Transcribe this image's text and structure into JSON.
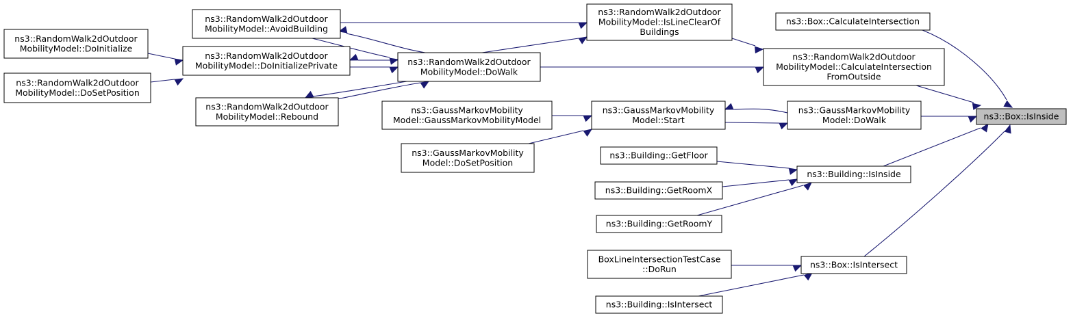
{
  "nodes": {
    "box_isinside": {
      "lines": [
        "ns3::Box::IsInside"
      ],
      "focus": true
    },
    "box_calcint": {
      "lines": [
        "ns3::Box::CalculateIntersection"
      ]
    },
    "rw_calcint_fo": {
      "lines": [
        "ns3::RandomWalk2dOutdoor",
        "MobilityModel::CalculateIntersection",
        "FromOutside"
      ]
    },
    "rw_islineclear": {
      "lines": [
        "ns3::RandomWalk2dOutdoor",
        "MobilityModel::IsLineClearOf",
        "Buildings"
      ]
    },
    "rw_avoid": {
      "lines": [
        "ns3::RandomWalk2dOutdoor",
        "MobilityModel::AvoidBuilding"
      ]
    },
    "rw_doinit": {
      "lines": [
        "ns3::RandomWalk2dOutdoor",
        "MobilityModel::DoInitialize"
      ]
    },
    "rw_doinitpriv": {
      "lines": [
        "ns3::RandomWalk2dOutdoor",
        "MobilityModel::DoInitializePrivate"
      ]
    },
    "rw_dowalk": {
      "lines": [
        "ns3::RandomWalk2dOutdoor",
        "MobilityModel::DoWalk"
      ]
    },
    "rw_dosetpos": {
      "lines": [
        "ns3::RandomWalk2dOutdoor",
        "MobilityModel::DoSetPosition"
      ]
    },
    "rw_rebound": {
      "lines": [
        "ns3::RandomWalk2dOutdoor",
        "MobilityModel::Rebound"
      ]
    },
    "gm_ctor": {
      "lines": [
        "ns3::GaussMarkovMobility",
        "Model::GaussMarkovMobilityModel"
      ]
    },
    "gm_start": {
      "lines": [
        "ns3::GaussMarkovMobility",
        "Model::Start"
      ]
    },
    "gm_dowalk": {
      "lines": [
        "ns3::GaussMarkovMobility",
        "Model::DoWalk"
      ]
    },
    "gm_dosetpos": {
      "lines": [
        "ns3::GaussMarkovMobility",
        "Model::DoSetPosition"
      ]
    },
    "bld_getfloor": {
      "lines": [
        "ns3::Building::GetFloor"
      ]
    },
    "bld_isinside": {
      "lines": [
        "ns3::Building::IsInside"
      ]
    },
    "bld_getroomx": {
      "lines": [
        "ns3::Building::GetRoomX"
      ]
    },
    "bld_getroomy": {
      "lines": [
        "ns3::Building::GetRoomY"
      ]
    },
    "test_dorun": {
      "lines": [
        "BoxLineIntersectionTestCase",
        "::DoRun"
      ]
    },
    "box_isintersect": {
      "lines": [
        "ns3::Box::IsIntersect"
      ]
    },
    "bld_isintersect": {
      "lines": [
        "ns3::Building::IsIntersect"
      ]
    }
  },
  "edges": [
    {
      "from": "box_calcint",
      "to": "box_isinside"
    },
    {
      "from": "rw_calcint_fo",
      "to": "box_isinside"
    },
    {
      "from": "gm_dowalk",
      "to": "box_isinside"
    },
    {
      "from": "bld_isinside",
      "to": "box_isinside"
    },
    {
      "from": "box_isintersect",
      "to": "box_isinside"
    },
    {
      "from": "rw_islineclear",
      "to": "rw_calcint_fo"
    },
    {
      "from": "rw_dowalk",
      "to": "rw_calcint_fo"
    },
    {
      "from": "rw_avoid",
      "to": "rw_islineclear"
    },
    {
      "from": "rw_dowalk",
      "to": "rw_islineclear"
    },
    {
      "from": "rw_dowalk",
      "to": "rw_avoid"
    },
    {
      "from": "rw_doinitpriv",
      "to": "rw_dowalk"
    },
    {
      "from": "rw_rebound",
      "to": "rw_dowalk"
    },
    {
      "from": "rw_avoid",
      "to": "rw_dowalk"
    },
    {
      "from": "rw_dowalk",
      "to": "rw_doinitpriv"
    },
    {
      "from": "rw_dowalk",
      "to": "rw_rebound"
    },
    {
      "from": "rw_doinit",
      "to": "rw_doinitpriv"
    },
    {
      "from": "rw_dosetpos",
      "to": "rw_doinitpriv"
    },
    {
      "from": "gm_start",
      "to": "gm_dowalk"
    },
    {
      "from": "gm_dowalk",
      "to": "gm_start"
    },
    {
      "from": "gm_ctor",
      "to": "gm_start"
    },
    {
      "from": "gm_dosetpos",
      "to": "gm_start"
    },
    {
      "from": "bld_getfloor",
      "to": "bld_isinside"
    },
    {
      "from": "bld_getroomx",
      "to": "bld_isinside"
    },
    {
      "from": "bld_getroomy",
      "to": "bld_isinside"
    },
    {
      "from": "test_dorun",
      "to": "box_isintersect"
    },
    {
      "from": "bld_isintersect",
      "to": "box_isintersect"
    }
  ]
}
